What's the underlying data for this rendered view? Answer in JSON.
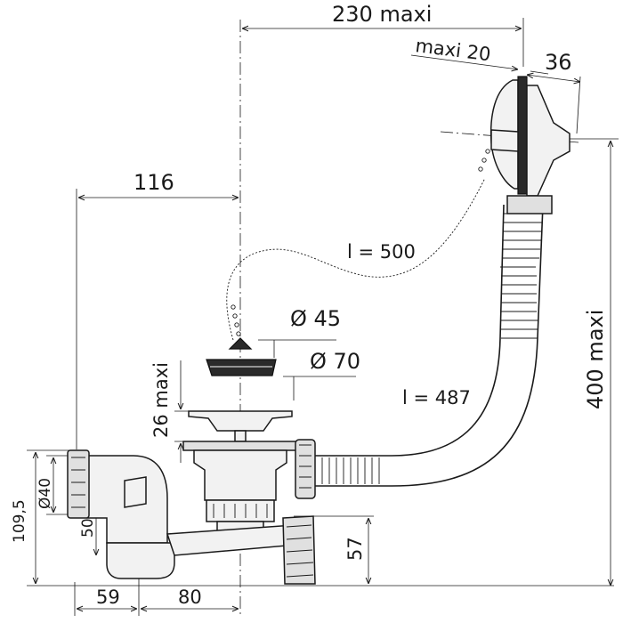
{
  "dimensions": {
    "offset_max": "230 maxi",
    "overflow_max": "maxi 20",
    "overflow_width": "36",
    "center_offset": "116",
    "chain_length": "l = 500",
    "plug_diameter": "Ø 45",
    "flange_diameter": "Ø 70",
    "strainer_height": "26 maxi",
    "hose_length": "l = 487",
    "overflow_height": "400 maxi",
    "total_height": "109,5",
    "outlet_diameter": "Ø40",
    "outlet_height": "50",
    "trap_height": "57",
    "outlet_width": "59",
    "trap_width": "80"
  },
  "colors": {
    "line": "#1a1a1a",
    "fill": "#f2f2f2",
    "seal": "#2a2a2a"
  }
}
